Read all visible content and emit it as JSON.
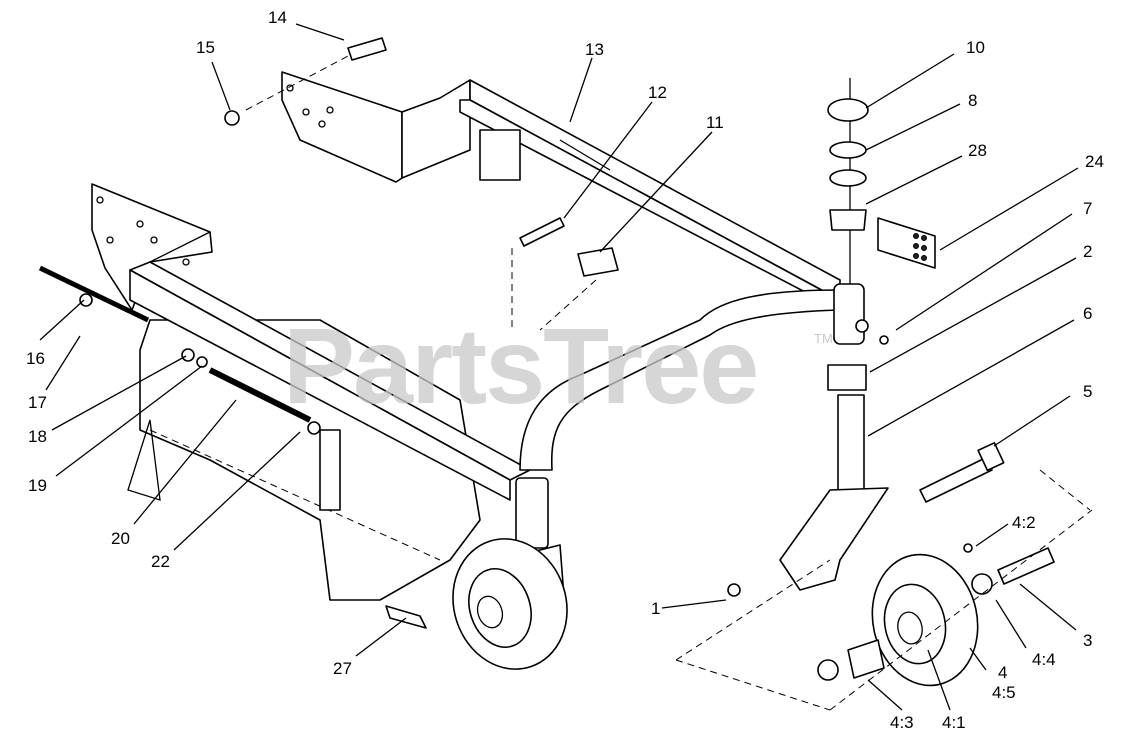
{
  "watermark": {
    "brand": "PartsTree",
    "trademark": "TM"
  },
  "callouts": [
    {
      "id": "c-14",
      "text": "14"
    },
    {
      "id": "c-15",
      "text": "15"
    },
    {
      "id": "c-13",
      "text": "13"
    },
    {
      "id": "c-12",
      "text": "12"
    },
    {
      "id": "c-11",
      "text": "11"
    },
    {
      "id": "c-10",
      "text": "10"
    },
    {
      "id": "c-8",
      "text": "8"
    },
    {
      "id": "c-28",
      "text": "28"
    },
    {
      "id": "c-24",
      "text": "24"
    },
    {
      "id": "c-7",
      "text": "7"
    },
    {
      "id": "c-2",
      "text": "2"
    },
    {
      "id": "c-6",
      "text": "6"
    },
    {
      "id": "c-5",
      "text": "5"
    },
    {
      "id": "c-16",
      "text": "16"
    },
    {
      "id": "c-17",
      "text": "17"
    },
    {
      "id": "c-18",
      "text": "18"
    },
    {
      "id": "c-19",
      "text": "19"
    },
    {
      "id": "c-20",
      "text": "20"
    },
    {
      "id": "c-22",
      "text": "22"
    },
    {
      "id": "c-4-2",
      "text": "4:2"
    },
    {
      "id": "c-3",
      "text": "3"
    },
    {
      "id": "c-1",
      "text": "1"
    },
    {
      "id": "c-4-4",
      "text": "4:4"
    },
    {
      "id": "c-4",
      "text": "4"
    },
    {
      "id": "c-4-5",
      "text": "4:5"
    },
    {
      "id": "c-27",
      "text": "27"
    },
    {
      "id": "c-4-3",
      "text": "4:3"
    },
    {
      "id": "c-4-1",
      "text": "4:1"
    }
  ]
}
